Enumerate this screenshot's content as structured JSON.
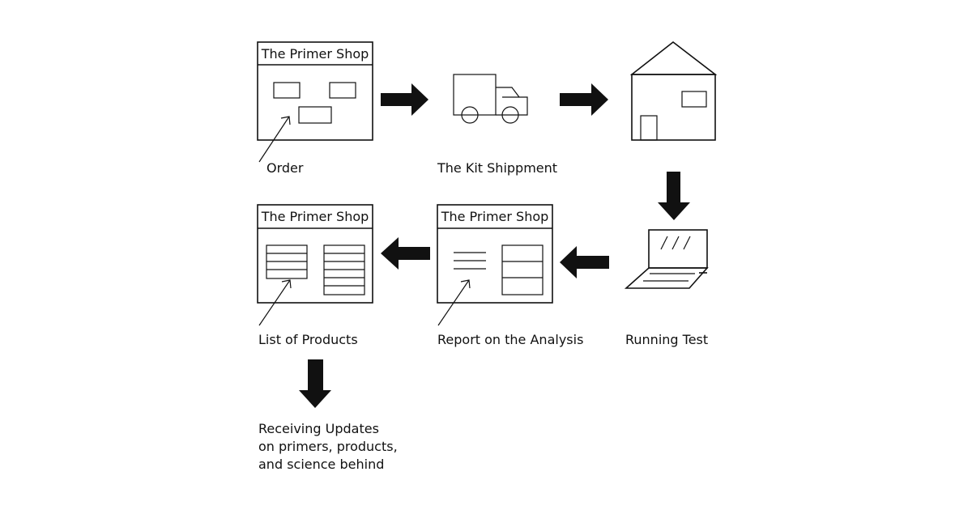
{
  "windows": {
    "title": "The Primer Shop"
  },
  "captions": {
    "order": "Order",
    "shipment": "The Kit Shippment",
    "running_test": "Running Test",
    "report": "Report on the Analysis",
    "products": "List of Products",
    "updates_line1": "Receiving Updates",
    "updates_line2": "on primers, products,",
    "updates_line3": "and science behind"
  }
}
